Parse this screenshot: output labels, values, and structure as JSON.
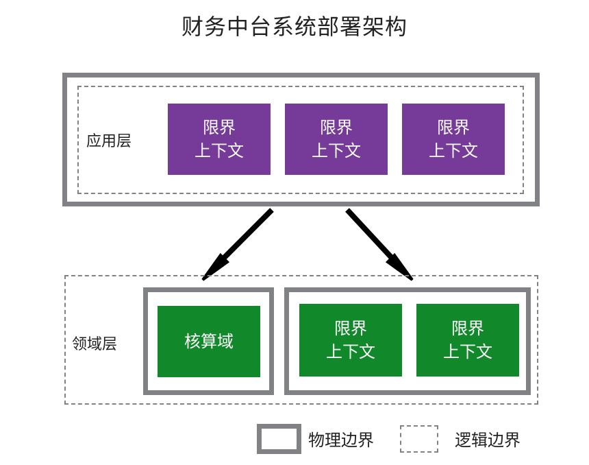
{
  "title": "财务中台系统部署架构",
  "app_layer": {
    "label": "应用层",
    "contexts": [
      {
        "line1": "限界",
        "line2": "上下文"
      },
      {
        "line1": "限界",
        "line2": "上下文"
      },
      {
        "line1": "限界",
        "line2": "上下文"
      }
    ]
  },
  "domain_layer": {
    "label": "领域层",
    "core_domain": "核算域",
    "contexts": [
      {
        "line1": "限界",
        "line2": "上下文"
      },
      {
        "line1": "限界",
        "line2": "上下文"
      }
    ]
  },
  "legend": {
    "physical": "物理边界",
    "logical": "逻辑边界"
  },
  "colors": {
    "app_context": "#763a98",
    "domain_context": "#11882a",
    "boundary": "#808285",
    "arrow": "#000000"
  }
}
